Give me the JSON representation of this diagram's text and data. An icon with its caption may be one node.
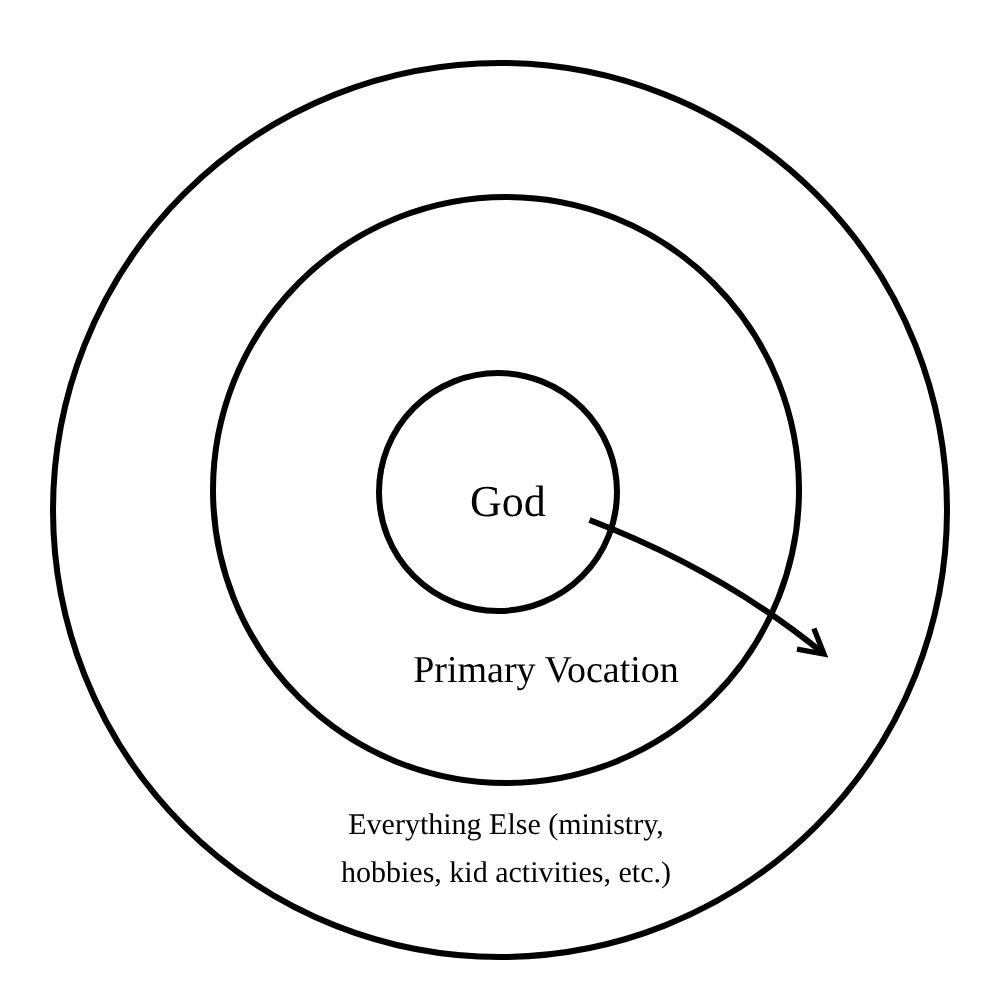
{
  "diagram": {
    "nodes": [
      {
        "text": [
          "Everything Else (ministry, hobbies, kid activities, etc.)"
        ]
      },
      {
        "text": [
          "Primary Vocation"
        ],
        "in": 0
      },
      {
        "text": [
          "God"
        ],
        "in": 1
      }
    ],
    "edges": [
      {
        "from": 2,
        "to": 0,
        "arrow": "to"
      }
    ]
  }
}
